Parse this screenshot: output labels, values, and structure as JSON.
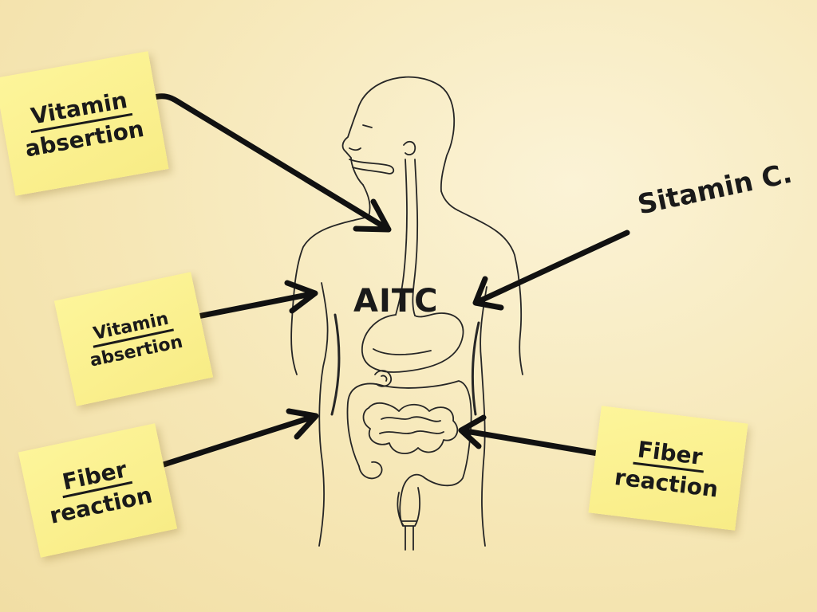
{
  "diagram": {
    "center_label": "AITC",
    "free_label": "Sitamin C.",
    "notes": [
      {
        "line1": "Vitamin",
        "line2": "absertion"
      },
      {
        "line1": "Vitamin",
        "line2": "absertion"
      },
      {
        "line1": "Fiber",
        "line2": "reaction"
      },
      {
        "line1": "Fiber",
        "line2": "reaction"
      }
    ]
  },
  "colors": {
    "background": "#f6e7b6",
    "sticky_note": "#fbf19a",
    "ink": "#1a1a1a"
  },
  "icons": [
    "human-torso-figure",
    "digestive-tract",
    "arrow"
  ]
}
